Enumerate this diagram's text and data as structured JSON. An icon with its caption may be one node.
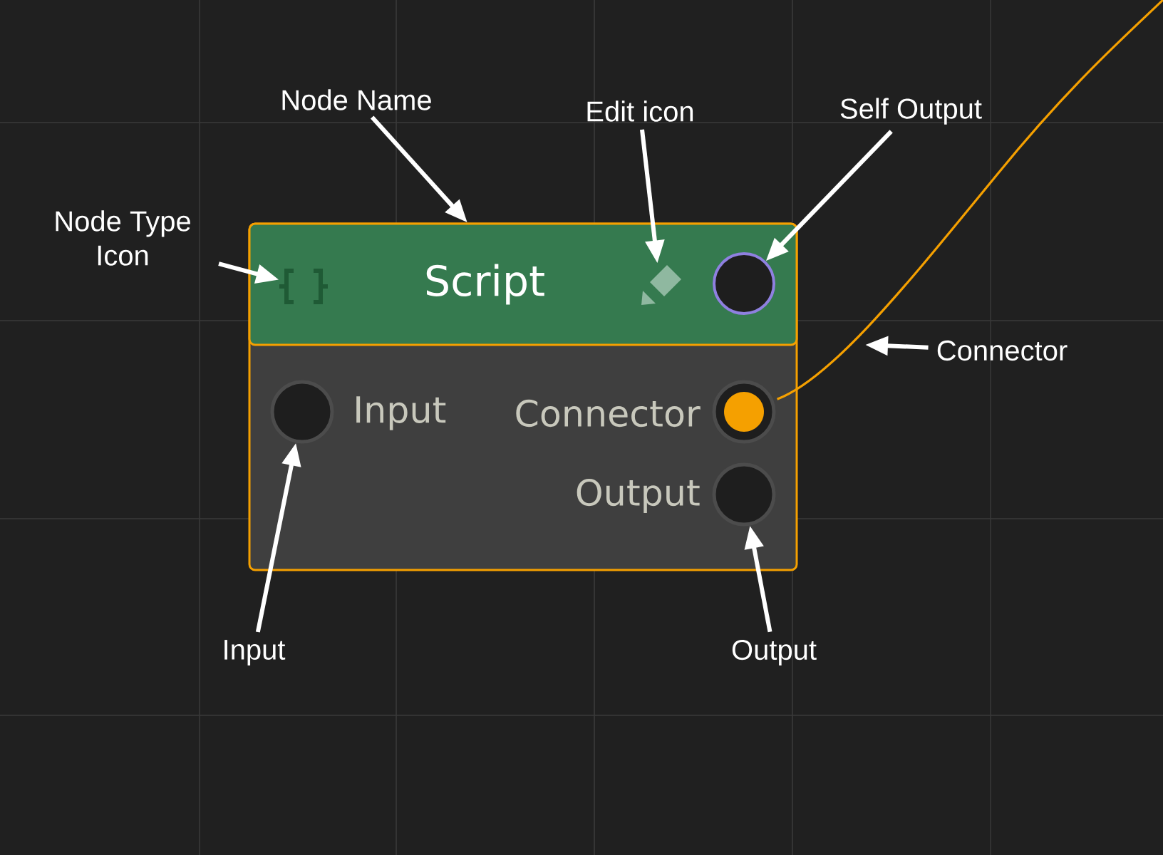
{
  "diagram": {
    "nodes": [
      {
        "text": [],
        "shape": "box"
      },
      {
        "text": [
          "Script"
        ],
        "in": 0
      },
      {
        "text": [],
        "shape": "picture",
        "in": 1
      },
      {
        "text": [],
        "shape": "picture",
        "in": 1
      },
      {
        "text": [],
        "shape": "circle",
        "in": 1
      },
      {
        "text": [],
        "shape": "circle",
        "in": 0,
        "beside": [
          "Input"
        ]
      },
      {
        "text": [],
        "shape": "circle",
        "in": 0,
        "beside": [
          "Connector"
        ]
      },
      {
        "text": [],
        "shape": "circle",
        "in": 0,
        "beside": [
          "Output"
        ]
      },
      {
        "text": [
          "Node Type Icon"
        ]
      },
      {
        "text": [
          "Node Name"
        ]
      },
      {
        "text": [
          "Edit icon"
        ]
      },
      {
        "text": [
          "Self Output"
        ]
      },
      {
        "text": [
          "Connector"
        ]
      },
      {
        "text": [
          "Input"
        ]
      },
      {
        "text": [
          "Output"
        ]
      }
    ],
    "edges": [
      {
        "from": 8,
        "to": 2,
        "arrow": "to"
      },
      {
        "from": 9,
        "to": 1,
        "arrow": "to"
      },
      {
        "from": 10,
        "to": 3,
        "arrow": "to"
      },
      {
        "from": 11,
        "to": 4,
        "arrow": "to"
      },
      {
        "from": 12,
        "to": null,
        "arrow": "to"
      },
      {
        "from": 13,
        "to": 5,
        "arrow": "to"
      },
      {
        "from": 14,
        "to": 7,
        "arrow": "to"
      },
      {
        "from": 6,
        "to": null,
        "arrow": "none",
        "color": "#f5a000"
      }
    ]
  }
}
